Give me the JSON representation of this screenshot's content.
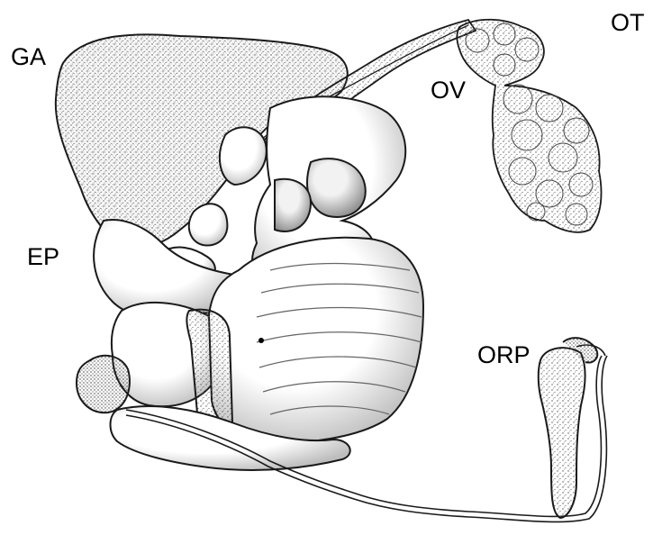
{
  "labels": {
    "ga": "GA",
    "ot": "OT",
    "ov": "OV",
    "ep": "EP",
    "orp": "ORP"
  },
  "colors": {
    "line": "#1a1a1a",
    "stipple": "#555555",
    "background": "#ffffff"
  }
}
